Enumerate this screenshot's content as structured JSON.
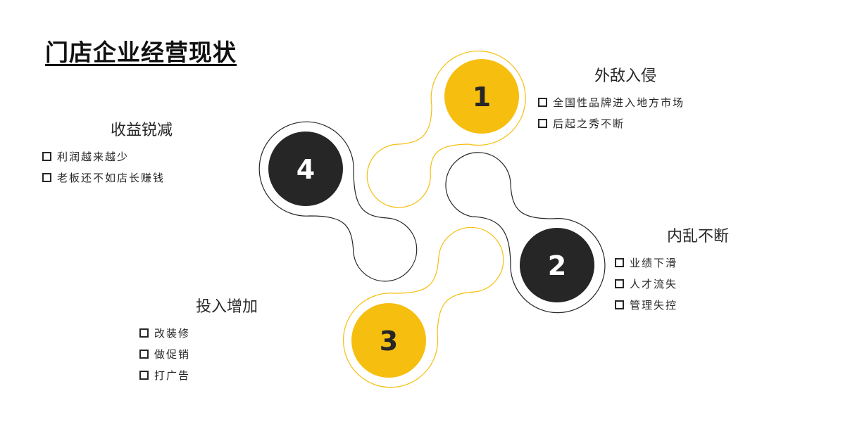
{
  "title": "门店企业经营现状",
  "colors": {
    "yellow": "#F6BE0F",
    "dark": "#262626"
  },
  "nodes": [
    {
      "number": "1",
      "heading": "外敌入侵",
      "bullets": [
        "全国性品牌进入地方市场",
        "后起之秀不断"
      ],
      "color": "yellow"
    },
    {
      "number": "2",
      "heading": "内乱不断",
      "bullets": [
        "业绩下滑",
        "人才流失",
        "管理失控"
      ],
      "color": "dark"
    },
    {
      "number": "3",
      "heading": "投入增加",
      "bullets": [
        "改装修",
        "做促销",
        "打广告"
      ],
      "color": "yellow"
    },
    {
      "number": "4",
      "heading": "收益锐减",
      "bullets": [
        "利润越来越少",
        "老板还不如店长赚钱"
      ],
      "color": "dark"
    }
  ]
}
